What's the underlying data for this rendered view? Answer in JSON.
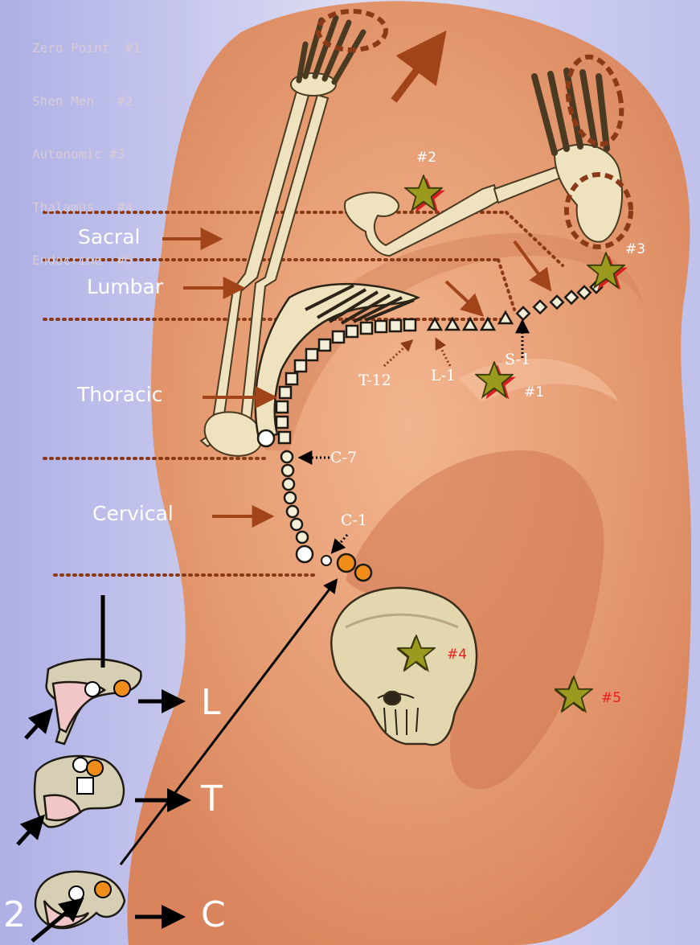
{
  "legend": [
    "Zero Point  #1",
    "Shen Men   #2",
    "Autonomic #3",
    "Thalamus   #4",
    "Endocrine  #5"
  ],
  "regions": {
    "sacral": "Sacral",
    "lumbar": "Lumbar",
    "thoracic": "Thoracic",
    "cervical": "Cervical"
  },
  "vertebra_labels": {
    "t12": "T-12",
    "l1": "L-1",
    "s1": "S-1",
    "c7": "C-7",
    "c1": "C-1"
  },
  "point_labels": {
    "p1": "#1",
    "p2": "#2",
    "p3": "#3",
    "p4": "#4",
    "p5": "#5"
  },
  "section_labels": {
    "l": "L",
    "t": "T",
    "c": "C"
  },
  "corner_number": "2",
  "colors": {
    "background": "#c5c7ec",
    "ear": "#e9a27b",
    "ear_shadow": "#c9734d",
    "dotted_line": "#8b3a18",
    "arrow": "#a2441a",
    "bone": "#efe3bf",
    "star": "#9a9a1e",
    "star_shadow": "#d81e1e",
    "orange": "#ef8c1a",
    "point_label": "#e81d1d",
    "text": "#ffffff"
  }
}
